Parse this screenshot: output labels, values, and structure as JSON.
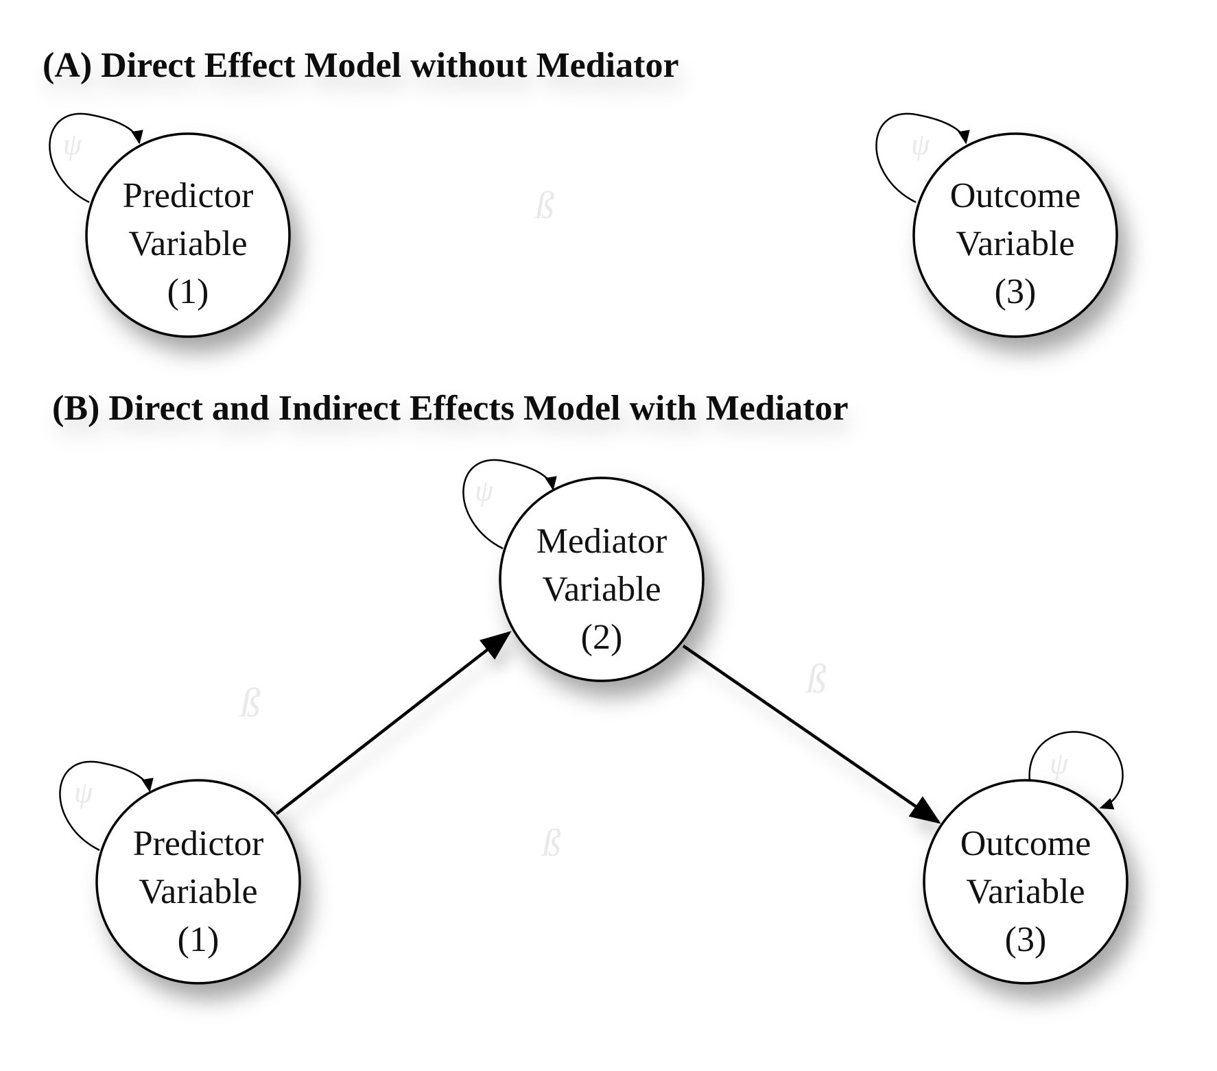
{
  "panel_a": {
    "title": "(A) Direct Effect Model without Mediator",
    "predictor": {
      "line1": "Predictor",
      "line2": "Variable",
      "line3": "(1)"
    },
    "outcome": {
      "line1": "Outcome",
      "line2": "Variable",
      "line3": "(3)"
    }
  },
  "panel_b": {
    "title": "(B) Direct and Indirect Effects Model with Mediator",
    "mediator": {
      "line1": "Mediator",
      "line2": "Variable",
      "line3": "(2)"
    },
    "predictor": {
      "line1": "Predictor",
      "line2": "Variable",
      "line3": "(1)"
    },
    "outcome": {
      "line1": "Outcome",
      "line2": "Variable",
      "line3": "(3)"
    }
  },
  "colors": {
    "stroke": "#000000",
    "node_fill": "#ffffff",
    "text": "#111111",
    "faint_label": "#e9e9e9"
  }
}
